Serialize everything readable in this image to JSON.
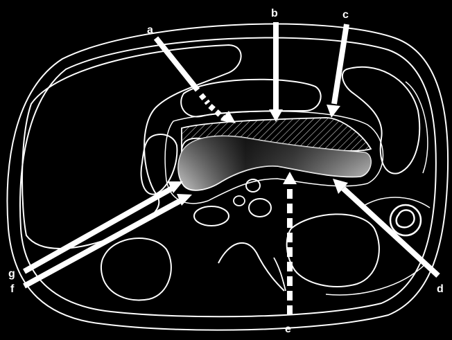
{
  "diagram": {
    "labels": {
      "a": "a",
      "b": "b",
      "c": "c",
      "d": "d",
      "e": "e",
      "f": "f",
      "g": "g"
    },
    "colors": {
      "background": "#000000",
      "outline": "#ffffff",
      "arrow": "#ffffff"
    }
  }
}
